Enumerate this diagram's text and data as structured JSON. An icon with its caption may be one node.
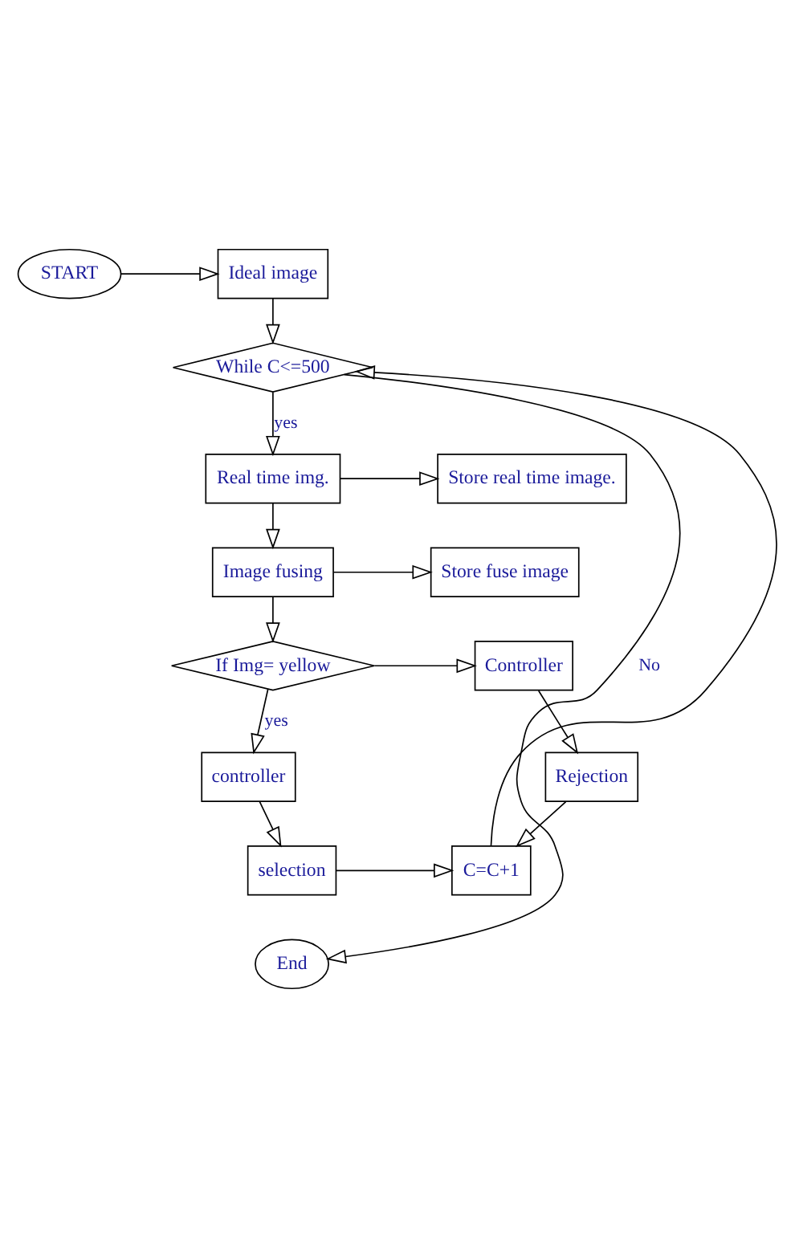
{
  "diagram": {
    "nodes": [
      {
        "text": [
          "START"
        ]
      },
      {
        "text": [
          "Ideal image"
        ]
      },
      {
        "text": [
          "While C<=500"
        ]
      },
      {
        "text": [
          "Real time img."
        ]
      },
      {
        "text": [
          "Store real time image."
        ]
      },
      {
        "text": [
          "Image fusing"
        ]
      },
      {
        "text": [
          "Store fuse image"
        ]
      },
      {
        "text": [
          "If Img= yellow"
        ]
      },
      {
        "text": [
          "Controller"
        ]
      },
      {
        "text": [
          "Rejection"
        ]
      },
      {
        "text": [
          "controller"
        ]
      },
      {
        "text": [
          "selection"
        ]
      },
      {
        "text": [
          "C=C+1"
        ]
      },
      {
        "text": [
          "End"
        ]
      }
    ],
    "edges": [
      {
        "from": 0,
        "to": 1,
        "arrow": "to"
      },
      {
        "from": 1,
        "to": 2,
        "arrow": "to"
      },
      {
        "from": 2,
        "to": 3,
        "arrow": "to",
        "label": "yes"
      },
      {
        "from": 2,
        "to": 13,
        "arrow": "to",
        "label": "No"
      },
      {
        "from": 3,
        "to": 4,
        "arrow": "to"
      },
      {
        "from": 3,
        "to": 5,
        "arrow": "to"
      },
      {
        "from": 5,
        "to": 6,
        "arrow": "to"
      },
      {
        "from": 5,
        "to": 7,
        "arrow": "to"
      },
      {
        "from": 7,
        "to": 8,
        "arrow": "to"
      },
      {
        "from": 7,
        "to": 10,
        "arrow": "to",
        "label": "yes"
      },
      {
        "from": 8,
        "to": 9,
        "arrow": "to"
      },
      {
        "from": 9,
        "to": 12,
        "arrow": "to"
      },
      {
        "from": 10,
        "to": 11,
        "arrow": "to"
      },
      {
        "from": 11,
        "to": 12,
        "arrow": "to"
      },
      {
        "from": 12,
        "to": 2,
        "arrow": "to"
      }
    ]
  }
}
